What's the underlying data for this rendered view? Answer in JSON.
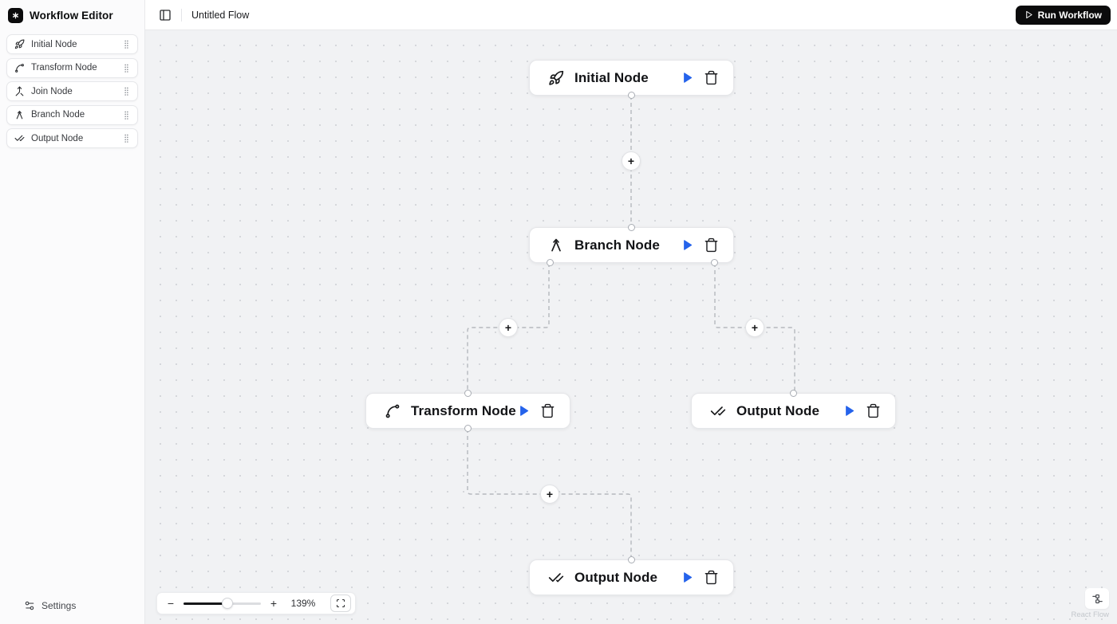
{
  "app": {
    "title": "Workflow Editor"
  },
  "topbar": {
    "flow_title": "Untitled Flow",
    "run_label": "Run Workflow"
  },
  "sidebar": {
    "items": [
      {
        "label": "Initial Node",
        "icon": "rocket-icon"
      },
      {
        "label": "Transform Node",
        "icon": "spline-icon"
      },
      {
        "label": "Join Node",
        "icon": "merge-icon"
      },
      {
        "label": "Branch Node",
        "icon": "split-icon"
      },
      {
        "label": "Output Node",
        "icon": "check-check-icon"
      }
    ],
    "settings_label": "Settings"
  },
  "canvas": {
    "nodes": [
      {
        "label": "Initial Node",
        "icon": "rocket-icon"
      },
      {
        "label": "Branch Node",
        "icon": "split-icon"
      },
      {
        "label": "Transform Node",
        "icon": "spline-icon"
      },
      {
        "label": "Output Node",
        "icon": "check-check-icon"
      },
      {
        "label": "Output Node",
        "icon": "check-check-icon"
      }
    ],
    "edge_add_label": "+"
  },
  "controls": {
    "zoom_out_label": "−",
    "zoom_in_label": "+",
    "zoom_level": "139%"
  },
  "attribution": {
    "label": "React Flow"
  },
  "colors": {
    "accent_blue": "#2563eb",
    "run_button_bg": "#0b0b0c",
    "canvas_bg": "#f1f2f4",
    "edge": "#b5b8bd",
    "node_border": "#e5e6e9"
  }
}
